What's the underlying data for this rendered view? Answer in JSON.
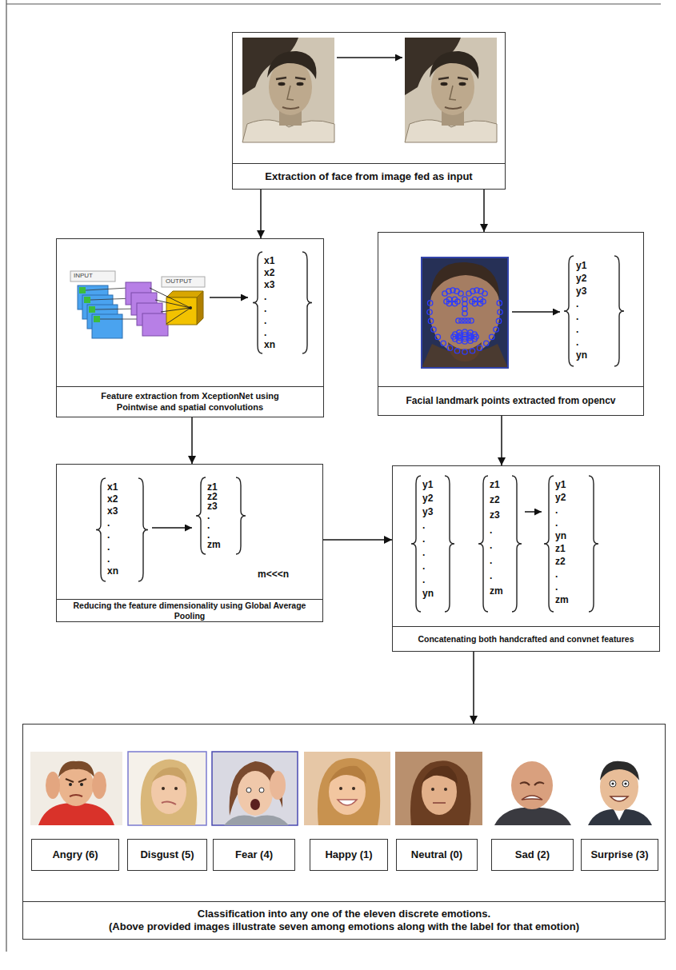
{
  "diagram": {
    "nodes": [
      {
        "text": [
          "Extraction of face from image fed as input"
        ]
      },
      {
        "text": [
          "Feature extraction from XceptionNet using Pointwise and spatial convolutions"
        ]
      },
      {
        "text": [
          "Facial landmark points extracted from opencv"
        ]
      },
      {
        "text": [
          "Reducing the feature dimensionality using Global Average Pooling"
        ]
      },
      {
        "text": [
          "Concatenating both handcrafted and convnet features"
        ]
      },
      {
        "text": [
          "Classification into any one of the eleven discrete emotions.",
          "(Above provided images illustrate seven among emotions along with the label for that emotion)"
        ]
      },
      {
        "text": [
          "Angry (6)"
        ],
        "in": 5
      },
      {
        "text": [
          "Disgust (5)"
        ],
        "in": 5
      },
      {
        "text": [
          "Fear (4)"
        ],
        "in": 5
      },
      {
        "text": [
          "Happy (1)"
        ],
        "in": 5
      },
      {
        "text": [
          "Neutral (0)"
        ],
        "in": 5
      },
      {
        "text": [
          "Sad (2)"
        ],
        "in": 5
      },
      {
        "text": [
          "Surprise (3)"
        ],
        "in": 5
      }
    ],
    "edges": [
      {
        "from": 0,
        "to": 1,
        "arrow": "to"
      },
      {
        "from": 0,
        "to": 2,
        "arrow": "to"
      },
      {
        "from": 1,
        "to": 3,
        "arrow": "to"
      },
      {
        "from": 2,
        "to": 4,
        "arrow": "to"
      },
      {
        "from": 3,
        "to": 4,
        "arrow": "to"
      },
      {
        "from": 4,
        "to": 5,
        "arrow": "to"
      }
    ],
    "labels": [
      "INPUT",
      "OUTPUT",
      "x1",
      "x2",
      "x3",
      ".",
      ".",
      ".",
      ".",
      "xn",
      "y1",
      "y2",
      "y3",
      ".",
      ".",
      ".",
      ".",
      "yn",
      "x1",
      "x2",
      "x3",
      ".",
      ".",
      ".",
      ".",
      "xn",
      "z1",
      "z2",
      "z3",
      ".",
      ".",
      ".",
      "zm",
      "m<<<n",
      "y1",
      "y2",
      "y3",
      ".",
      ".",
      ".",
      ".",
      ".",
      "yn",
      "z1",
      "z2",
      "z3",
      ".",
      ".",
      ".",
      ".",
      "zm",
      "y1",
      "y2",
      ".",
      ".",
      "yn",
      "z1",
      "z2",
      ".",
      ".",
      "zm"
    ]
  }
}
